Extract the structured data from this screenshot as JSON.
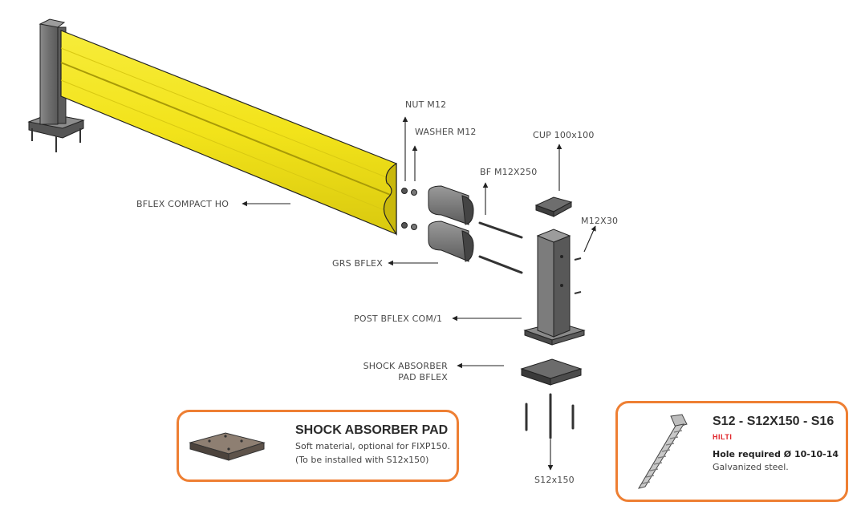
{
  "labels": {
    "nut": "NUT M12",
    "washer": "WASHER M12",
    "cup": "CUP 100x100",
    "bf": "BF M12X250",
    "m12x30": "M12X30",
    "bflex_compact": "BFLEX COMPACT HO",
    "grs": "GRS BFLEX",
    "post": "POST BFLEX COM/1",
    "shock_line1": "SHOCK ABSORBER",
    "shock_line2": "PAD BFLEX",
    "s12": "S12x150"
  },
  "pad_card": {
    "title": "SHOCK ABSORBER PAD",
    "line1": "Soft material, optional for FIXP150.",
    "line2": "(To be installed with S12x150)"
  },
  "anchor_card": {
    "title": "S12 - S12X150 - S16",
    "brand": "HILTI",
    "hole": "Hole required Ø 10-10-14",
    "material": "Galvanized steel."
  },
  "colors": {
    "beam": "#f2e31a",
    "beam_shadow": "#c9b80c",
    "steel": "#7a7a7a",
    "steel_dark": "#4e4e4e",
    "card_border": "#ee7f33",
    "brand_red": "#e0242a"
  }
}
